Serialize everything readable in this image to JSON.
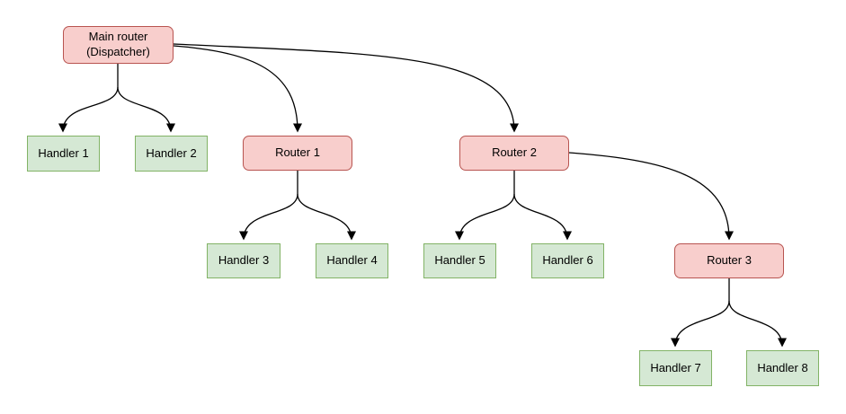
{
  "diagram": {
    "background_color": "#ffffff",
    "edge_color": "#000000",
    "node_styles": {
      "router": {
        "fill": "#f8cecc",
        "border": "#b85450"
      },
      "handler": {
        "fill": "#d5e8d4",
        "border": "#82b366"
      }
    },
    "nodes": {
      "main": {
        "type": "router",
        "line1": "Main router",
        "line2": "(Dispatcher)"
      },
      "router1": {
        "type": "router",
        "label": "Router 1"
      },
      "router2": {
        "type": "router",
        "label": "Router 2"
      },
      "router3": {
        "type": "router",
        "label": "Router 3"
      },
      "handler1": {
        "type": "handler",
        "label": "Handler 1"
      },
      "handler2": {
        "type": "handler",
        "label": "Handler 2"
      },
      "handler3": {
        "type": "handler",
        "label": "Handler 3"
      },
      "handler4": {
        "type": "handler",
        "label": "Handler 4"
      },
      "handler5": {
        "type": "handler",
        "label": "Handler 5"
      },
      "handler6": {
        "type": "handler",
        "label": "Handler 6"
      },
      "handler7": {
        "type": "handler",
        "label": "Handler 7"
      },
      "handler8": {
        "type": "handler",
        "label": "Handler 8"
      }
    },
    "edges": [
      {
        "from": "main",
        "to": "handler1"
      },
      {
        "from": "main",
        "to": "handler2"
      },
      {
        "from": "main",
        "to": "router1"
      },
      {
        "from": "main",
        "to": "router2"
      },
      {
        "from": "router1",
        "to": "handler3"
      },
      {
        "from": "router1",
        "to": "handler4"
      },
      {
        "from": "router2",
        "to": "handler5"
      },
      {
        "from": "router2",
        "to": "handler6"
      },
      {
        "from": "router2",
        "to": "router3"
      },
      {
        "from": "router3",
        "to": "handler7"
      },
      {
        "from": "router3",
        "to": "handler8"
      }
    ]
  }
}
